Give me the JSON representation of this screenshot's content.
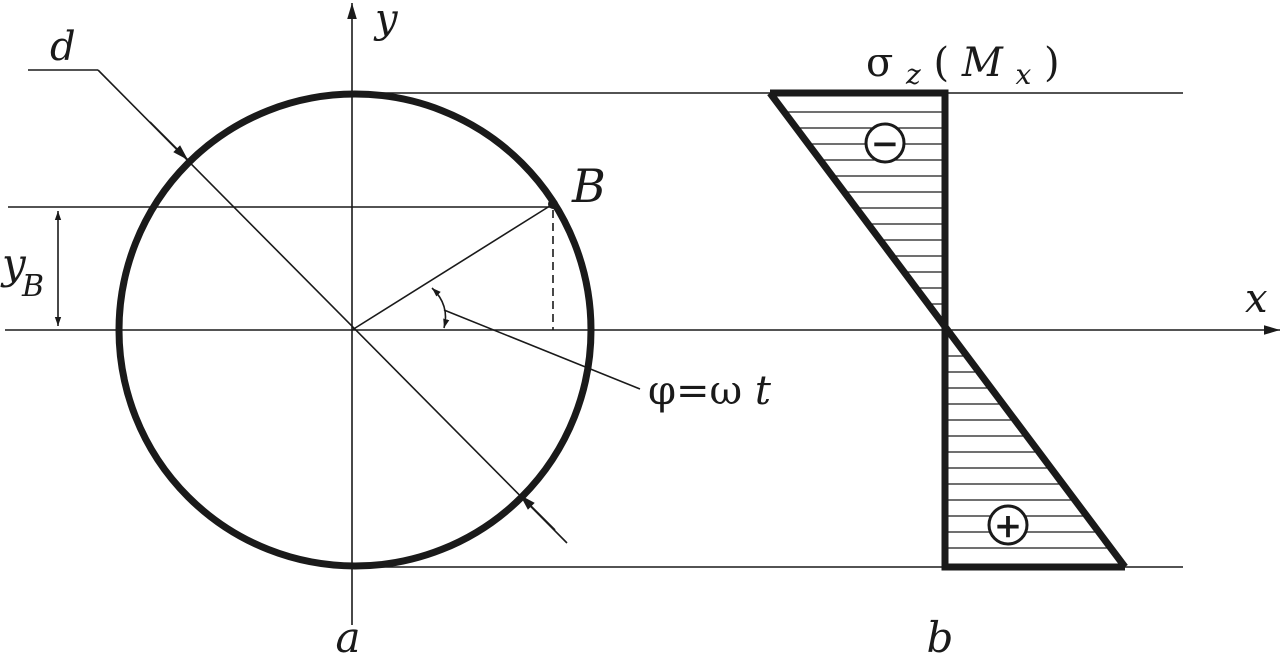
{
  "labels": {
    "y_axis": "y",
    "x_axis": "x",
    "diameter": "d",
    "point": "B",
    "coord_main": "y",
    "coord_sub": "B",
    "angle": "φ=ω",
    "angle_t": "t",
    "sigma": "σ",
    "sigma_sub": "z",
    "moment_open": "(",
    "moment_M": "M",
    "moment_sub": "x",
    "moment_close": ")",
    "minus_sign": "−",
    "plus_sign": "+",
    "caption_a": "a",
    "caption_b": "b"
  },
  "colors": {
    "ink": "#1a1a1a",
    "background": "#ffffff"
  }
}
